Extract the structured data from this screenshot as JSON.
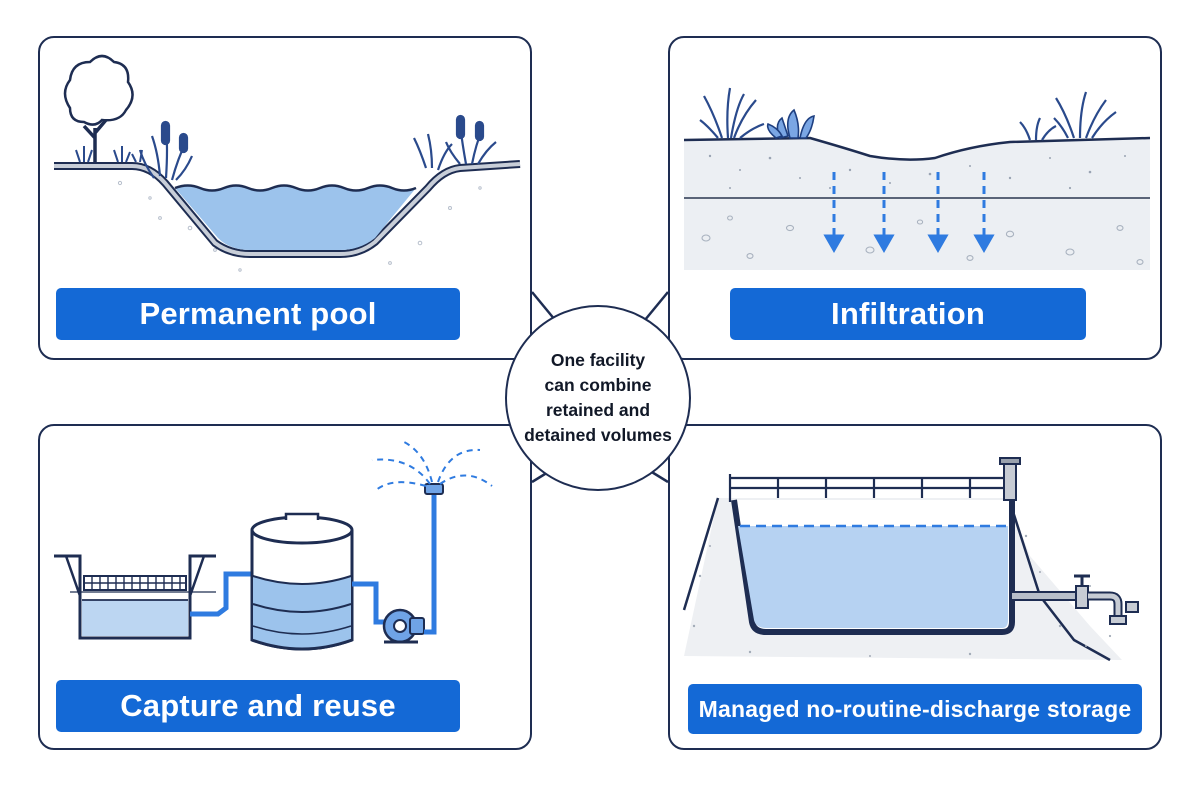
{
  "center": {
    "lines": [
      "One facility",
      "can combine",
      "retained and",
      "detained volumes"
    ]
  },
  "panels": [
    {
      "label": "Permanent pool"
    },
    {
      "label": "Infiltration"
    },
    {
      "label": "Capture and reuse"
    },
    {
      "label": "Managed no-routine-discharge storage"
    }
  ],
  "colors": {
    "outline": "#1e2d52",
    "label_fill": "#1469d6",
    "water": "#9cc3ec",
    "accent_blue": "#2f7be0"
  },
  "icons": [
    "tree-icon",
    "cattail-icon",
    "grass-icon",
    "arrow-down-icon",
    "sprinkler-icon",
    "pump-icon",
    "valve-icon"
  ]
}
